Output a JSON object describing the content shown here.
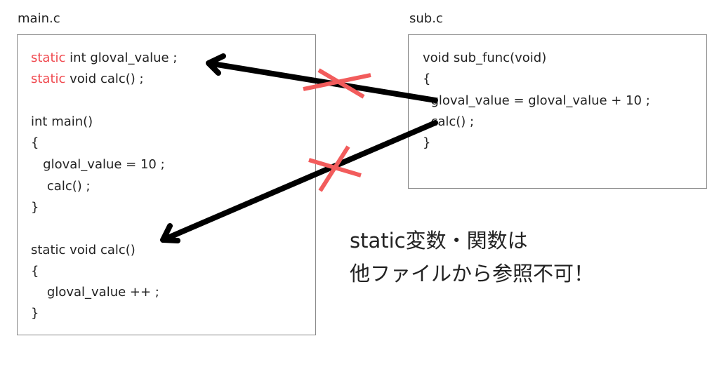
{
  "main_file": {
    "label": "main.c",
    "lines": [
      {
        "kw": "static",
        "rest": " int gloval_value ;"
      },
      {
        "kw": "static",
        "rest": " void calc() ;"
      },
      {
        "kw": "",
        "rest": "int main()"
      },
      {
        "kw": "",
        "rest": "{"
      },
      {
        "kw": "",
        "rest": "   gloval_value = 10 ;"
      },
      {
        "kw": "",
        "rest": "    calc() ;"
      },
      {
        "kw": "",
        "rest": "}"
      },
      {
        "kw": "",
        "rest": "static void calc()"
      },
      {
        "kw": "",
        "rest": "{"
      },
      {
        "kw": "",
        "rest": "    gloval_value ++ ;"
      },
      {
        "kw": "",
        "rest": "}"
      }
    ]
  },
  "sub_file": {
    "label": "sub.c",
    "lines": [
      "void sub_func(void)",
      "{",
      "  gloval_value = gloval_value + 10 ;",
      "  calc() ;",
      "}"
    ]
  },
  "note": {
    "line1": "static変数・関数は",
    "line2": "他ファイルから参照不可！"
  },
  "colors": {
    "keyword": "#f0484e",
    "arrow": "#000000",
    "cross": "#f25c5c"
  }
}
